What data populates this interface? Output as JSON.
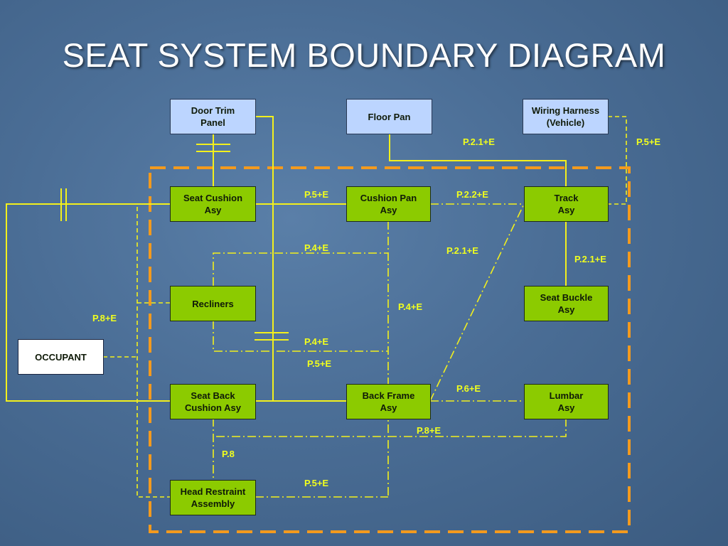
{
  "title": "SEAT SYSTEM BOUNDARY DIAGRAM",
  "boxes": {
    "door_trim_panel": "Door Trim\nPanel",
    "floor_pan": "Floor Pan",
    "wiring_harness": "Wiring Harness\n(Vehicle)",
    "seat_cushion": "Seat Cushion\nAsy",
    "cushion_pan": "Cushion Pan\nAsy",
    "track": "Track\nAsy",
    "recliners": "Recliners",
    "seat_buckle": "Seat Buckle\nAsy",
    "occupant": "OCCUPANT",
    "seat_back_cushion": "Seat Back\nCushion Asy",
    "back_frame": "Back Frame\nAsy",
    "lumbar": "Lumbar\nAsy",
    "head_restraint": "Head Restraint\nAssembly"
  },
  "labels": {
    "harness_track": "P.2.1+E",
    "harness_boundary": "P.5+E",
    "cushion_to_pan": "P.5+E",
    "pan_to_track": "P.2.2+E",
    "recliner_pan": "P.4+E",
    "frame_to_track": "P.2.1+E",
    "track_to_buckle": "P.2.1+E",
    "pan_to_frame": "P.4+E",
    "occupant": "P.8+E",
    "recliner_frame": "P.4+E",
    "back_cushion_frame": "P.5+E",
    "frame_to_lumbar": "P.6+E",
    "lumbar_bus": "P.8+E",
    "head_back": "P.8",
    "head_frame": "P.5+E"
  },
  "colors": {
    "boundary": "#f39a1e",
    "wire": "#f3f01c",
    "label": "#f1ff1e",
    "external_box": "#bcd5ff",
    "internal_box": "#8ccb00"
  }
}
